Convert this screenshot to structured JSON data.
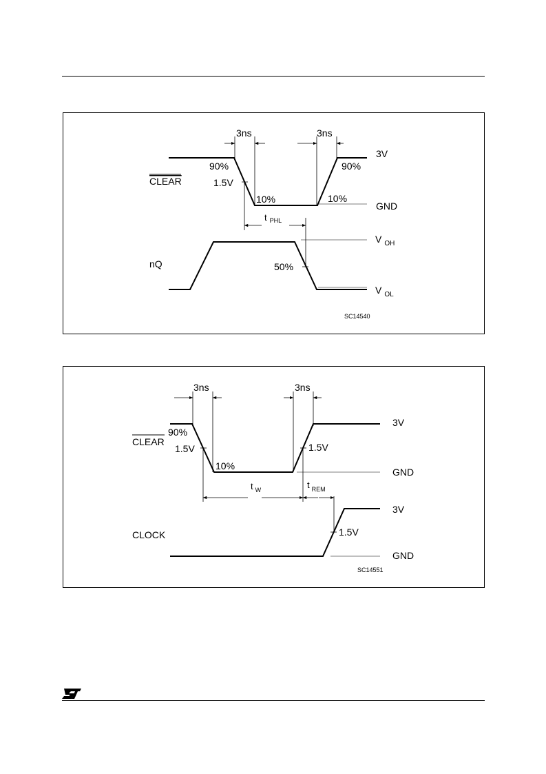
{
  "diagram1": {
    "top_time_label_left": "3ns",
    "top_time_label_right": "3ns",
    "level_3v": "3V",
    "level_gnd": "GND",
    "clear_signal": "CLEAR",
    "pct90_left": "90%",
    "pct90_right": "90%",
    "v15": "1.5V",
    "pct10_left": "10%",
    "pct10_right": "10%",
    "tphl_main": "t",
    "tphl_sub": "PHL",
    "output_signal": "nQ",
    "pct50": "50%",
    "voh_main": "V",
    "voh_sub": "OH",
    "vol_main": "V",
    "vol_sub": "OL",
    "figure_id": "SC14540"
  },
  "diagram2": {
    "top_time_label_left": "3ns",
    "top_time_label_right": "3ns",
    "level_3v_clear": "3V",
    "level_gnd_clear": "GND",
    "clear_signal": "CLEAR",
    "pct90": "90%",
    "v15_left": "1.5V",
    "v15_right": "1.5V",
    "pct10": "10%",
    "tw_main": "t",
    "tw_sub": "W",
    "trem_main": "t",
    "trem_sub": "REM",
    "clock_signal": "CLOCK",
    "v15_clock": "1.5V",
    "level_3v_clock": "3V",
    "level_gnd_clock": "GND",
    "figure_id": "SC14551"
  },
  "footer": {
    "logo_text": "ST"
  }
}
